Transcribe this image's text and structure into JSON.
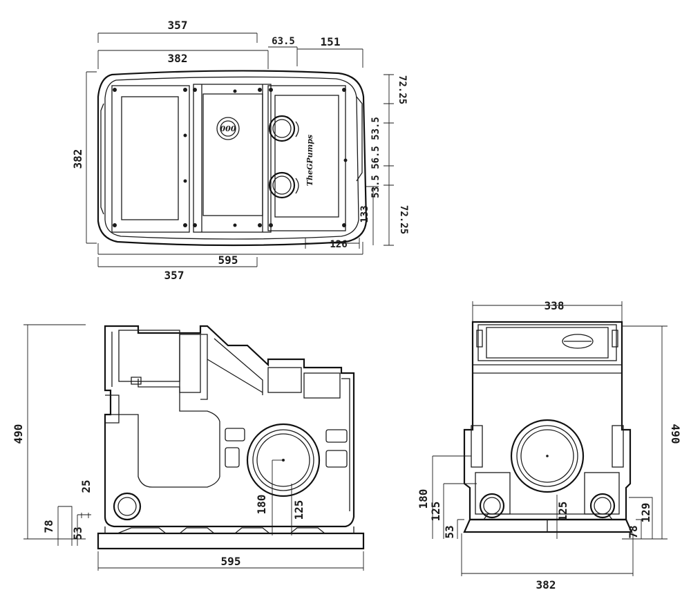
{
  "top_view": {
    "dims": {
      "top_width_a": "357",
      "top_width_b": "382",
      "offset_a": "63.5",
      "offset_b": "151",
      "height_left": "382",
      "bottom_width": "595",
      "bottom_width_b": "357",
      "r_72_25_top": "72.25",
      "r_53_5_top": "53.5",
      "r_56_5": "56.5",
      "r_53_5_bot": "53.5",
      "r_72_25_bot": "72.25",
      "r_133": "133",
      "r_126": "126"
    },
    "gauge_label": "000",
    "brand_label": "TheGPumps"
  },
  "front_view": {
    "dims": {
      "height": "490",
      "d_25": "25",
      "d_78": "78",
      "d_53": "53",
      "d_180": "180",
      "d_125": "125",
      "base_width": "595"
    }
  },
  "side_view": {
    "dims": {
      "top_width": "338",
      "height": "490",
      "d_180": "180",
      "d_125_left": "125",
      "d_53": "53",
      "d_125_mid": "125",
      "d_78": "78",
      "d_129": "129",
      "base_width": "382"
    }
  }
}
